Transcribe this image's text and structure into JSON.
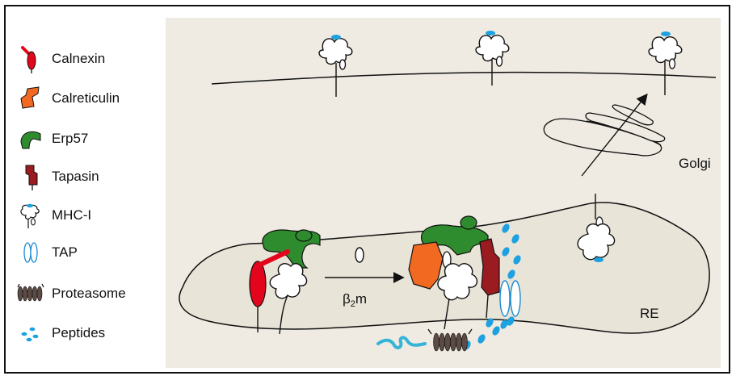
{
  "legend": {
    "items": [
      {
        "label": "Calnexin",
        "icon": "calnexin-icon",
        "color": "#e3051b"
      },
      {
        "label": "Calreticulin",
        "icon": "calreticulin-icon",
        "color": "#f26a21"
      },
      {
        "label": "Erp57",
        "icon": "erp57-icon",
        "color": "#2e8b2e"
      },
      {
        "label": "Tapasin",
        "icon": "tapasin-icon",
        "color": "#9b1c20"
      },
      {
        "label": "MHC-I",
        "icon": "mhc-i-icon",
        "color": "#1da1e0"
      },
      {
        "label": "TAP",
        "icon": "tap-icon",
        "color": "#1a8bd0"
      },
      {
        "label": "Proteasome",
        "icon": "proteasome-icon",
        "color": "#5c4b45"
      },
      {
        "label": "Peptides",
        "icon": "peptides-icon",
        "color": "#1da1e0"
      }
    ]
  },
  "diagram": {
    "golgi_label": "Golgi",
    "er_label": "RE",
    "beta2m_symbol": "β",
    "beta2m_subscript": "2",
    "beta2m_suffix": "m",
    "colors": {
      "panel_background": "#efebe2",
      "er_fill": "#e9e4d8",
      "peptide": "#1da1e0",
      "calnexin": "#e3051b",
      "calreticulin": "#f26a21",
      "erp57": "#2e8b2e",
      "tapasin": "#9b1c20",
      "proteasome": "#5c4b45",
      "polypeptide": "#35b4d8"
    }
  }
}
